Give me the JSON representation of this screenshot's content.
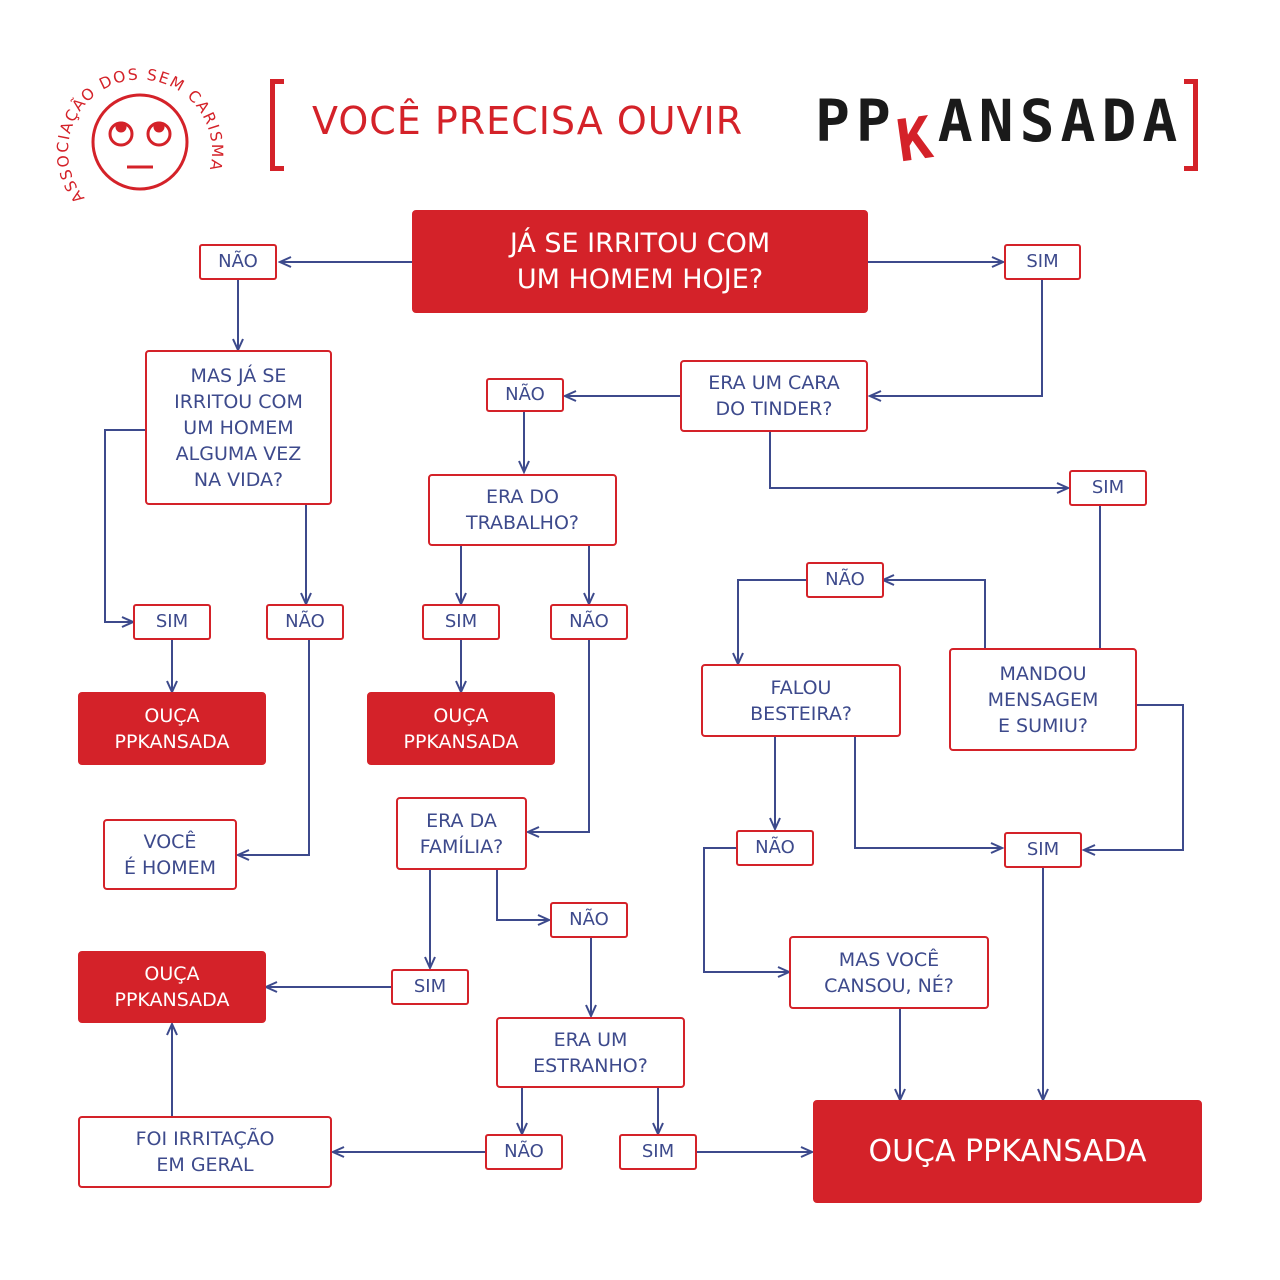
{
  "colors": {
    "red": "#d42229",
    "navy": "#3d4a8c",
    "dark": "#1a1a1a"
  },
  "logo": {
    "ring_text": "ASSOCIAÇÃO DOS SEM CARISMA",
    "icon": "eye-roll-face-icon"
  },
  "title": {
    "text": "VOCÊ PRECISA OUVIR",
    "brand_part1": "PP",
    "brand_k": "K",
    "brand_part2": "ANSADA"
  },
  "nodes": {
    "q_hoje": "JÁ SE IRRITOU COM\nUM HOMEM HOJE?",
    "nao_1": "NÃO",
    "sim_1": "SIM",
    "q_vida": "MAS JÁ SE\nIRRITOU COM\nUM HOMEM\nALGUMA VEZ\nNA VIDA?",
    "sim_vida": "SIM",
    "nao_vida": "NÃO",
    "ouca_1": "OUÇA\nPPKANSADA",
    "voce_homem": "VOCÊ\nÉ HOMEM",
    "q_tinder": "ERA UM CARA\nDO TINDER?",
    "nao_tinder": "NÃO",
    "sim_tinder": "SIM",
    "q_trabalho": "ERA DO\nTRABALHO?",
    "sim_trab": "SIM",
    "nao_trab": "NÃO",
    "ouca_2": "OUÇA\nPPKANSADA",
    "q_familia": "ERA DA\nFAMÍLIA?",
    "sim_fam": "SIM",
    "nao_fam": "NÃO",
    "ouca_3": "OUÇA\nPPKANSADA",
    "q_estranho": "ERA UM\nESTRANHO?",
    "nao_estr": "NÃO",
    "sim_estr": "SIM",
    "irritacao": "FOI IRRITAÇÃO\nEM GERAL",
    "q_sumiu": "MANDOU\nMENSAGEM\nE SUMIU?",
    "nao_sumiu": "NÃO",
    "q_besteira": "FALOU\nBESTEIRA?",
    "nao_best": "NÃO",
    "sim_final": "SIM",
    "q_cansou": "MAS VOCÊ\nCANSOU, NÉ?",
    "ouca_final": "OUÇA PPKANSADA"
  }
}
